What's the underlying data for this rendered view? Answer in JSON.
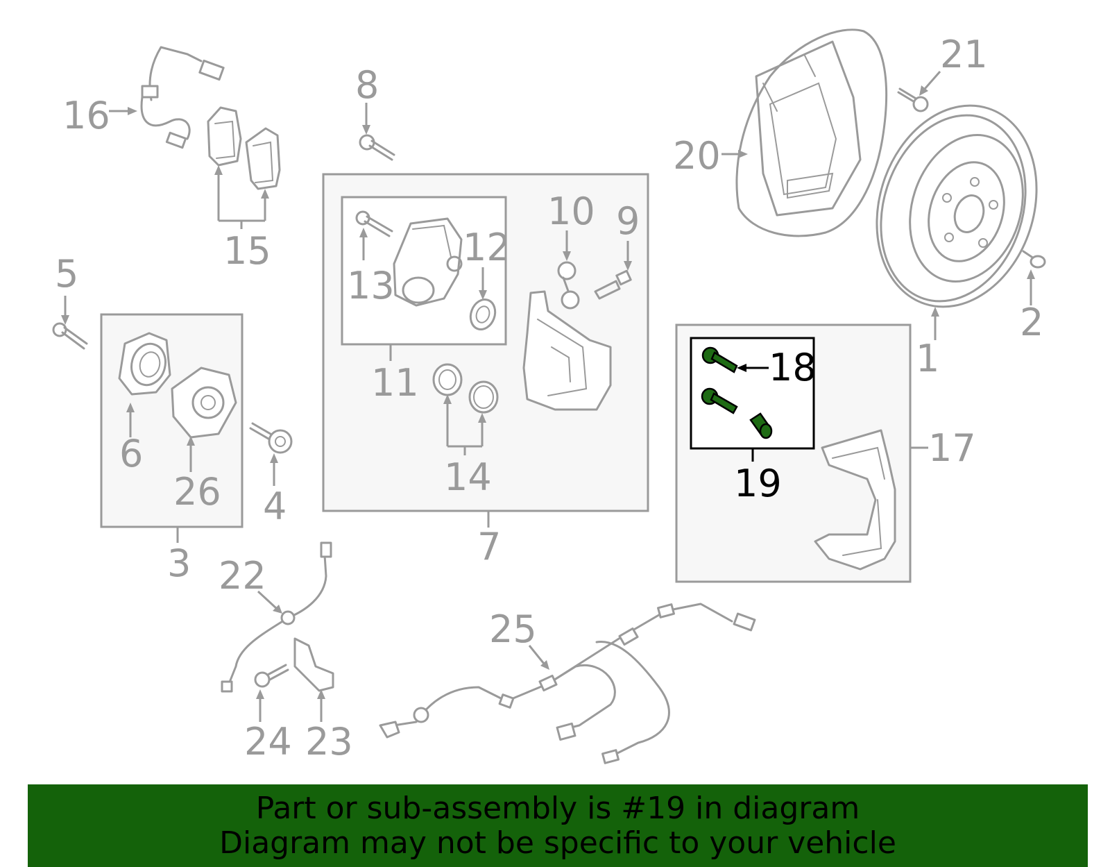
{
  "labels": [
    {
      "id": "1",
      "text": "1"
    },
    {
      "id": "2",
      "text": "2"
    },
    {
      "id": "3",
      "text": "3"
    },
    {
      "id": "4",
      "text": "4"
    },
    {
      "id": "5",
      "text": "5"
    },
    {
      "id": "6",
      "text": "6"
    },
    {
      "id": "7",
      "text": "7"
    },
    {
      "id": "8",
      "text": "8"
    },
    {
      "id": "9",
      "text": "9"
    },
    {
      "id": "10",
      "text": "10"
    },
    {
      "id": "11",
      "text": "11"
    },
    {
      "id": "12",
      "text": "12"
    },
    {
      "id": "13",
      "text": "13"
    },
    {
      "id": "14",
      "text": "14"
    },
    {
      "id": "15",
      "text": "15"
    },
    {
      "id": "16",
      "text": "16"
    },
    {
      "id": "17",
      "text": "17"
    },
    {
      "id": "18",
      "text": "18"
    },
    {
      "id": "19",
      "text": "19"
    },
    {
      "id": "20",
      "text": "20"
    },
    {
      "id": "21",
      "text": "21"
    },
    {
      "id": "22",
      "text": "22"
    },
    {
      "id": "23",
      "text": "23"
    },
    {
      "id": "24",
      "text": "24"
    },
    {
      "id": "25",
      "text": "25"
    },
    {
      "id": "26",
      "text": "26"
    }
  ],
  "highlighted": [
    "18",
    "19"
  ],
  "banner": {
    "line1": "Part or sub-assembly is #19 in diagram",
    "line2": "Diagram may not be specific to your vehicle"
  },
  "colors": {
    "banner_bg": "#14620a",
    "highlight_part": "#1e6b14",
    "line_gray": "#9a9a9a"
  }
}
